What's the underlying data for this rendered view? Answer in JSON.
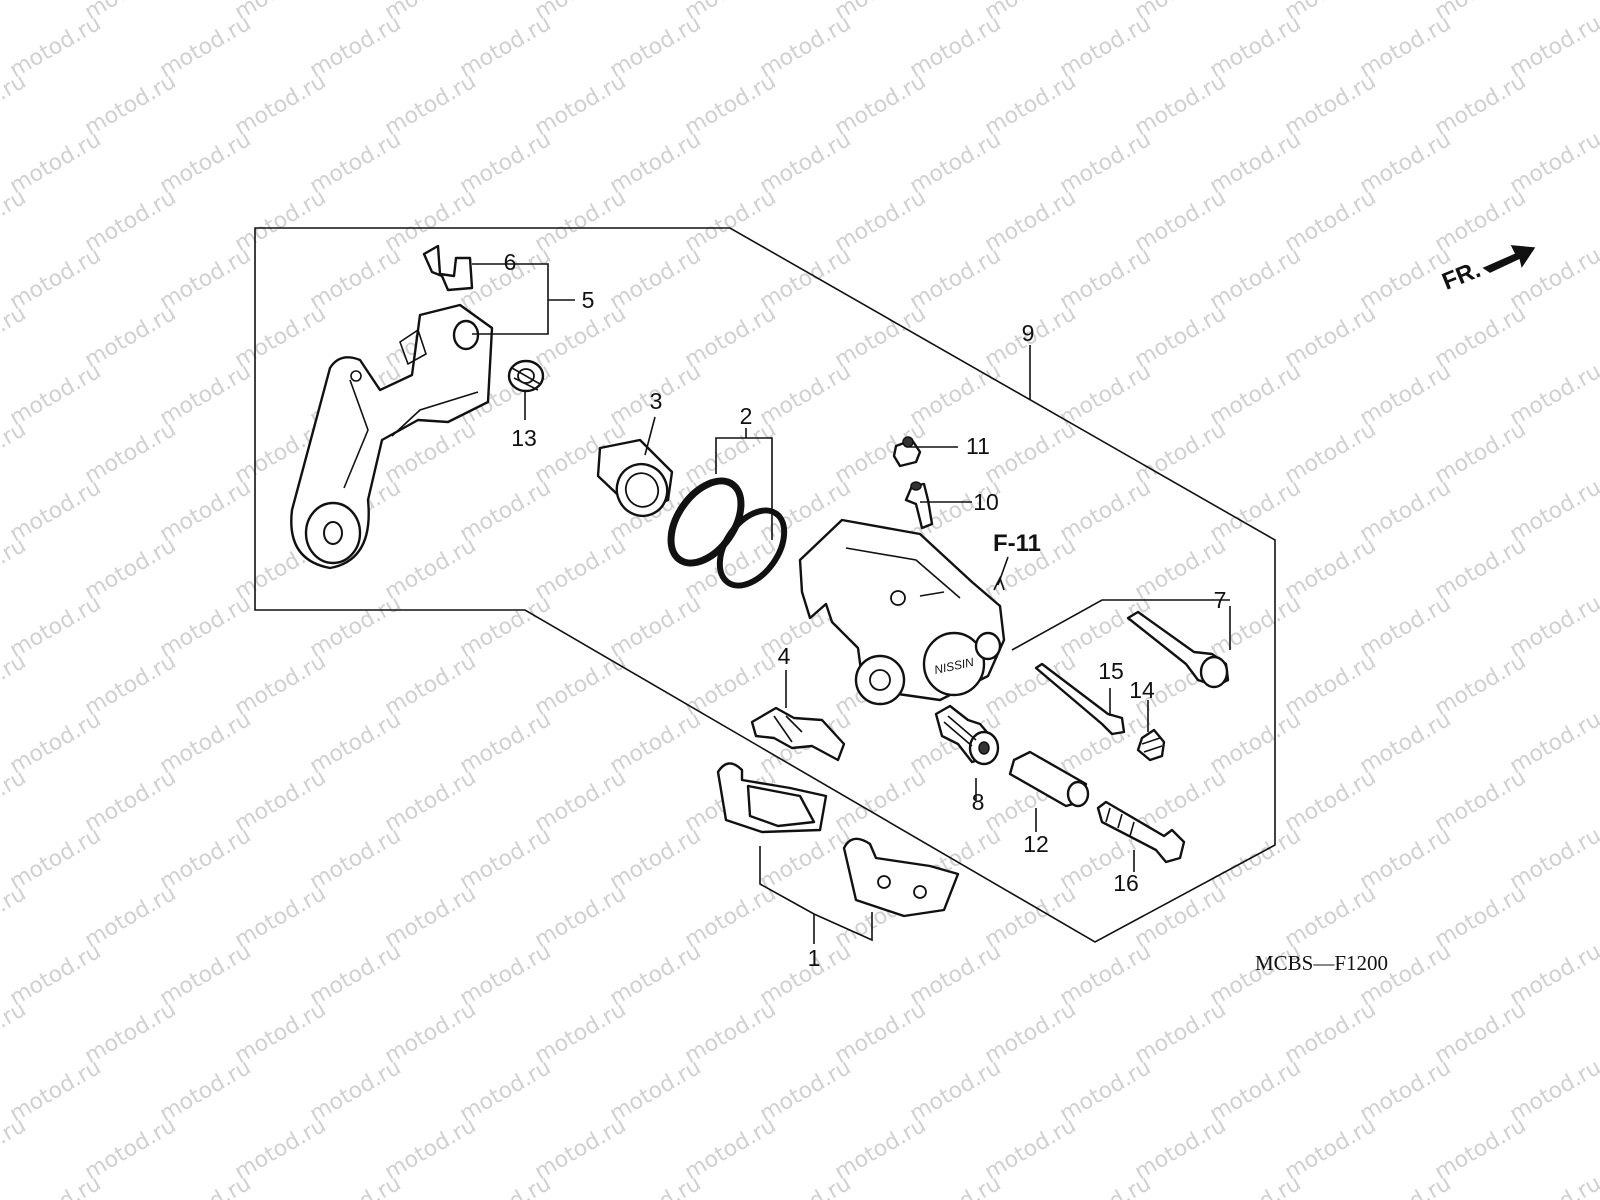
{
  "watermark": "motod.ru",
  "direction_label": "FR.",
  "reference_label": "F-11",
  "diagram_code": "MCBS—F1200",
  "callouts": {
    "c1": "1",
    "c2": "2",
    "c3": "3",
    "c4": "4",
    "c5": "5",
    "c6": "6",
    "c7": "7",
    "c8": "8",
    "c9": "9",
    "c10": "10",
    "c11": "11",
    "c12": "12",
    "c13": "13",
    "c14": "14",
    "c15": "15",
    "c16": "16"
  },
  "caliper_logo": "NISSIN",
  "colors": {
    "line": "#111111",
    "watermark": "#d0d0d0",
    "background": "#ffffff"
  }
}
